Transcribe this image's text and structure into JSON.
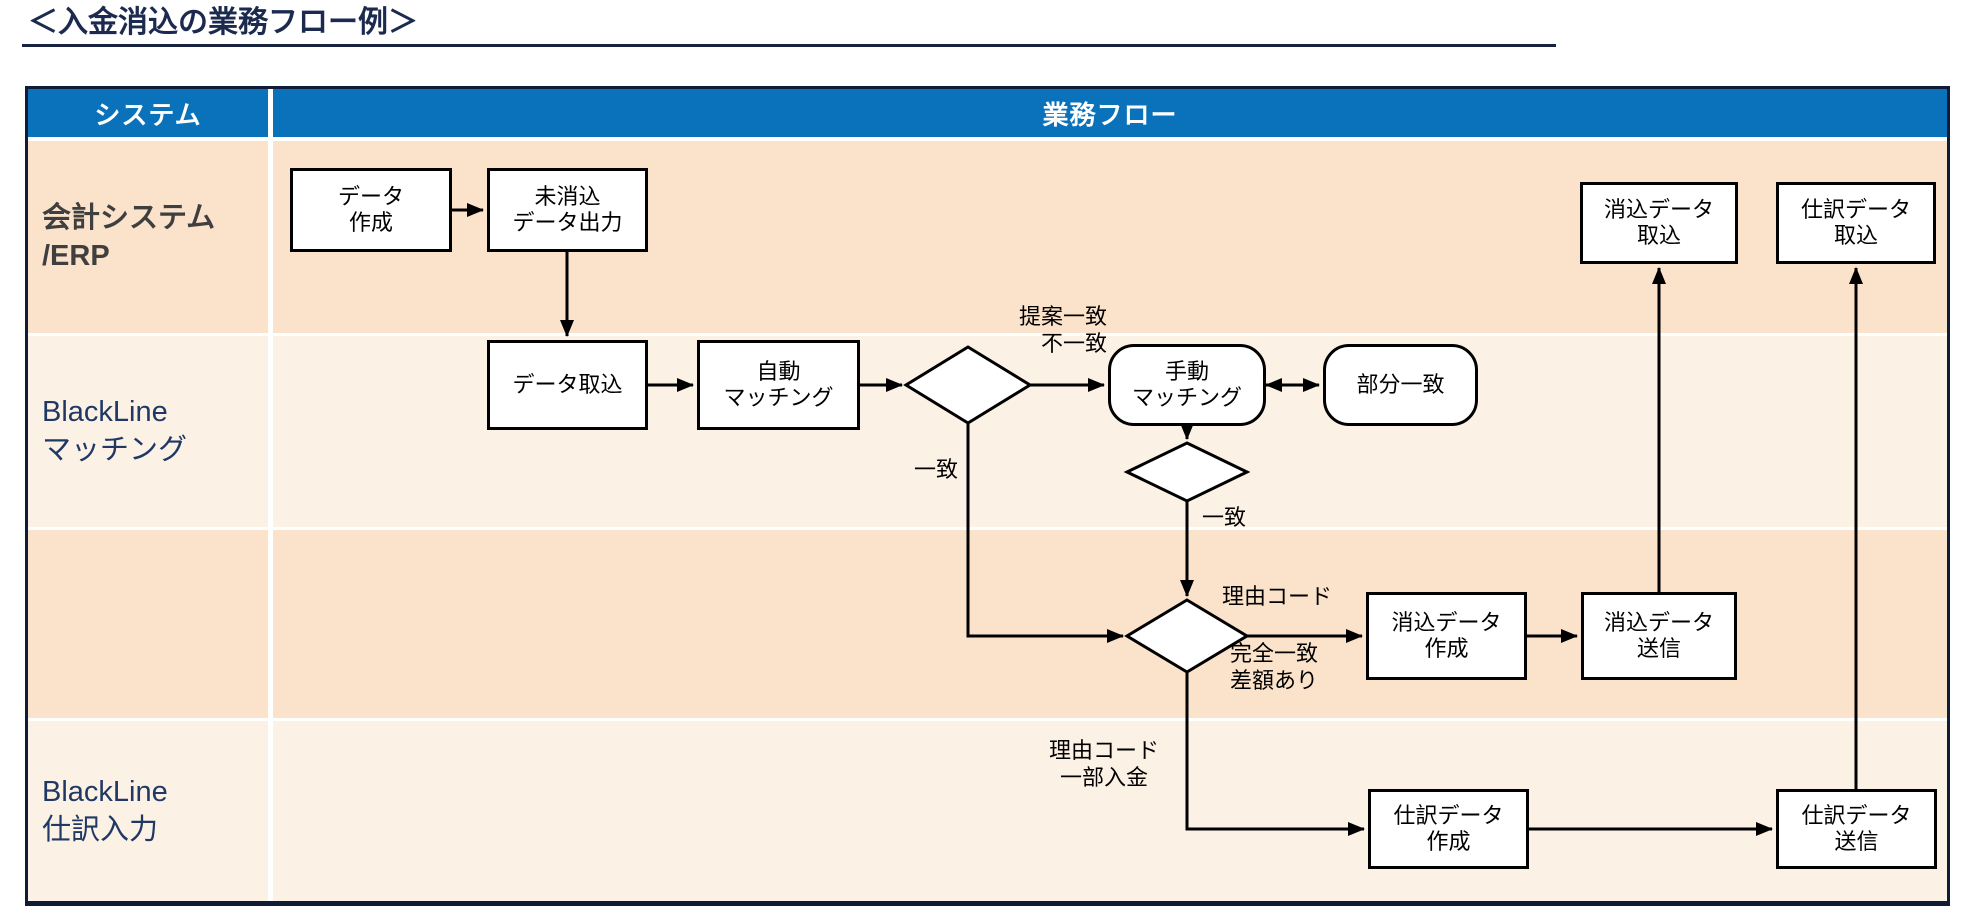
{
  "title": "＜入金消込の業務フロー例＞",
  "colors": {
    "header_blue": "#0a72bb",
    "lane_dark_peach": "#fbe3cb",
    "lane_light_peach": "#fcf1e5",
    "title_navy": "#1b2a4e",
    "table_border_navy": "#101c36",
    "blackline_label_navy": "#1f3864",
    "erp_label_gray": "#3f3f3f"
  },
  "header": {
    "system_col": "システム",
    "flow_col": "業務フロー"
  },
  "lanes": [
    {
      "label": "会計システム\n/ERP"
    },
    {
      "label": "BlackLine\nマッチング"
    },
    {
      "label": ""
    },
    {
      "label": "BlackLine\n仕訳入力"
    }
  ],
  "nodes": {
    "data_create": "データ\n作成",
    "unreconciled_output": "未消込\nデータ出力",
    "reconcile_import": "消込データ\n取込",
    "journal_import": "仕訳データ\n取込",
    "data_import": "データ取込",
    "auto_matching": "自動\nマッチング",
    "manual_matching": "手動\nマッチング",
    "partial_match": "部分一致",
    "reconcile_create": "消込データ\n作成",
    "reconcile_send": "消込データ\n送信",
    "journal_create": "仕訳データ\n作成",
    "journal_send": "仕訳データ\n送信"
  },
  "edge_labels": {
    "proposal_match": "提案一致\n不一致",
    "match_1": "一致",
    "match_2": "一致",
    "reason_code": "理由コード",
    "full_match_diff": "完全一致\n差額あり",
    "partial_payment": "理由コード\n一部入金"
  }
}
